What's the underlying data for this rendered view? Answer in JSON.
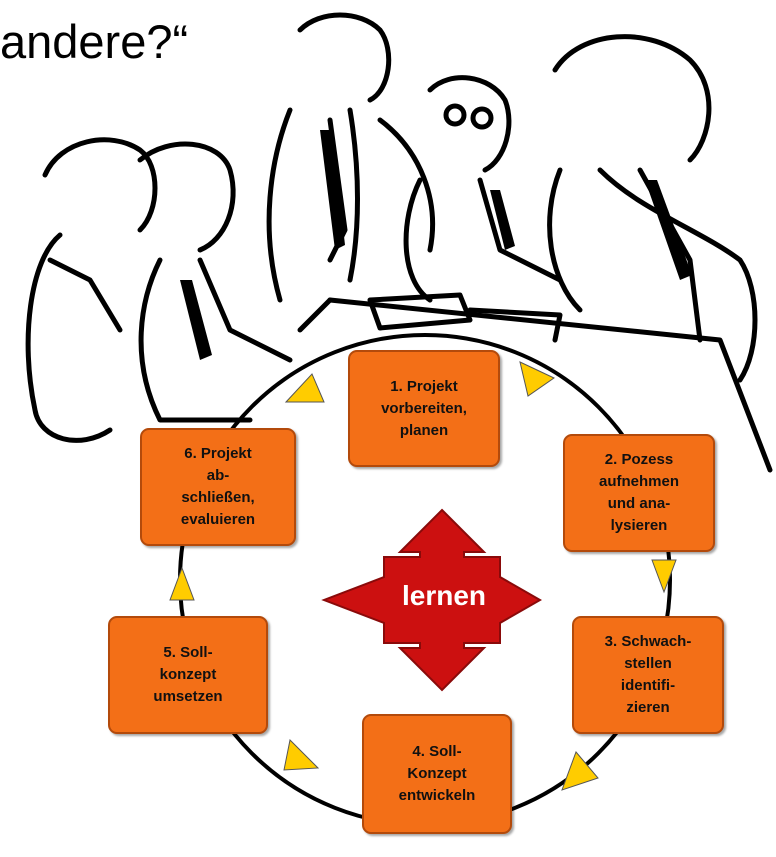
{
  "title": "andere?“",
  "center_label": "lernen",
  "steps": [
    "1. Projekt\nvorbereiten,\nplanen",
    "2. Pozess\naufnehmen\nund ana-\nlysieren",
    "3. Schwach-\nstellen\nidentifi-\nzieren",
    "4. Soll-\nKonzept\nentwickeln",
    "5. Soll-\nkonzept\numsetzen",
    "6. Projekt\nab-\nschließen,\nevaluieren"
  ],
  "colors": {
    "box_fill": "#f36f17",
    "box_border": "#b34a0b",
    "arrow_fill": "#cc1010",
    "triangle_fill": "#ffcc00",
    "cycle_line": "#000000"
  },
  "illustration": "line-art-people-meeting"
}
